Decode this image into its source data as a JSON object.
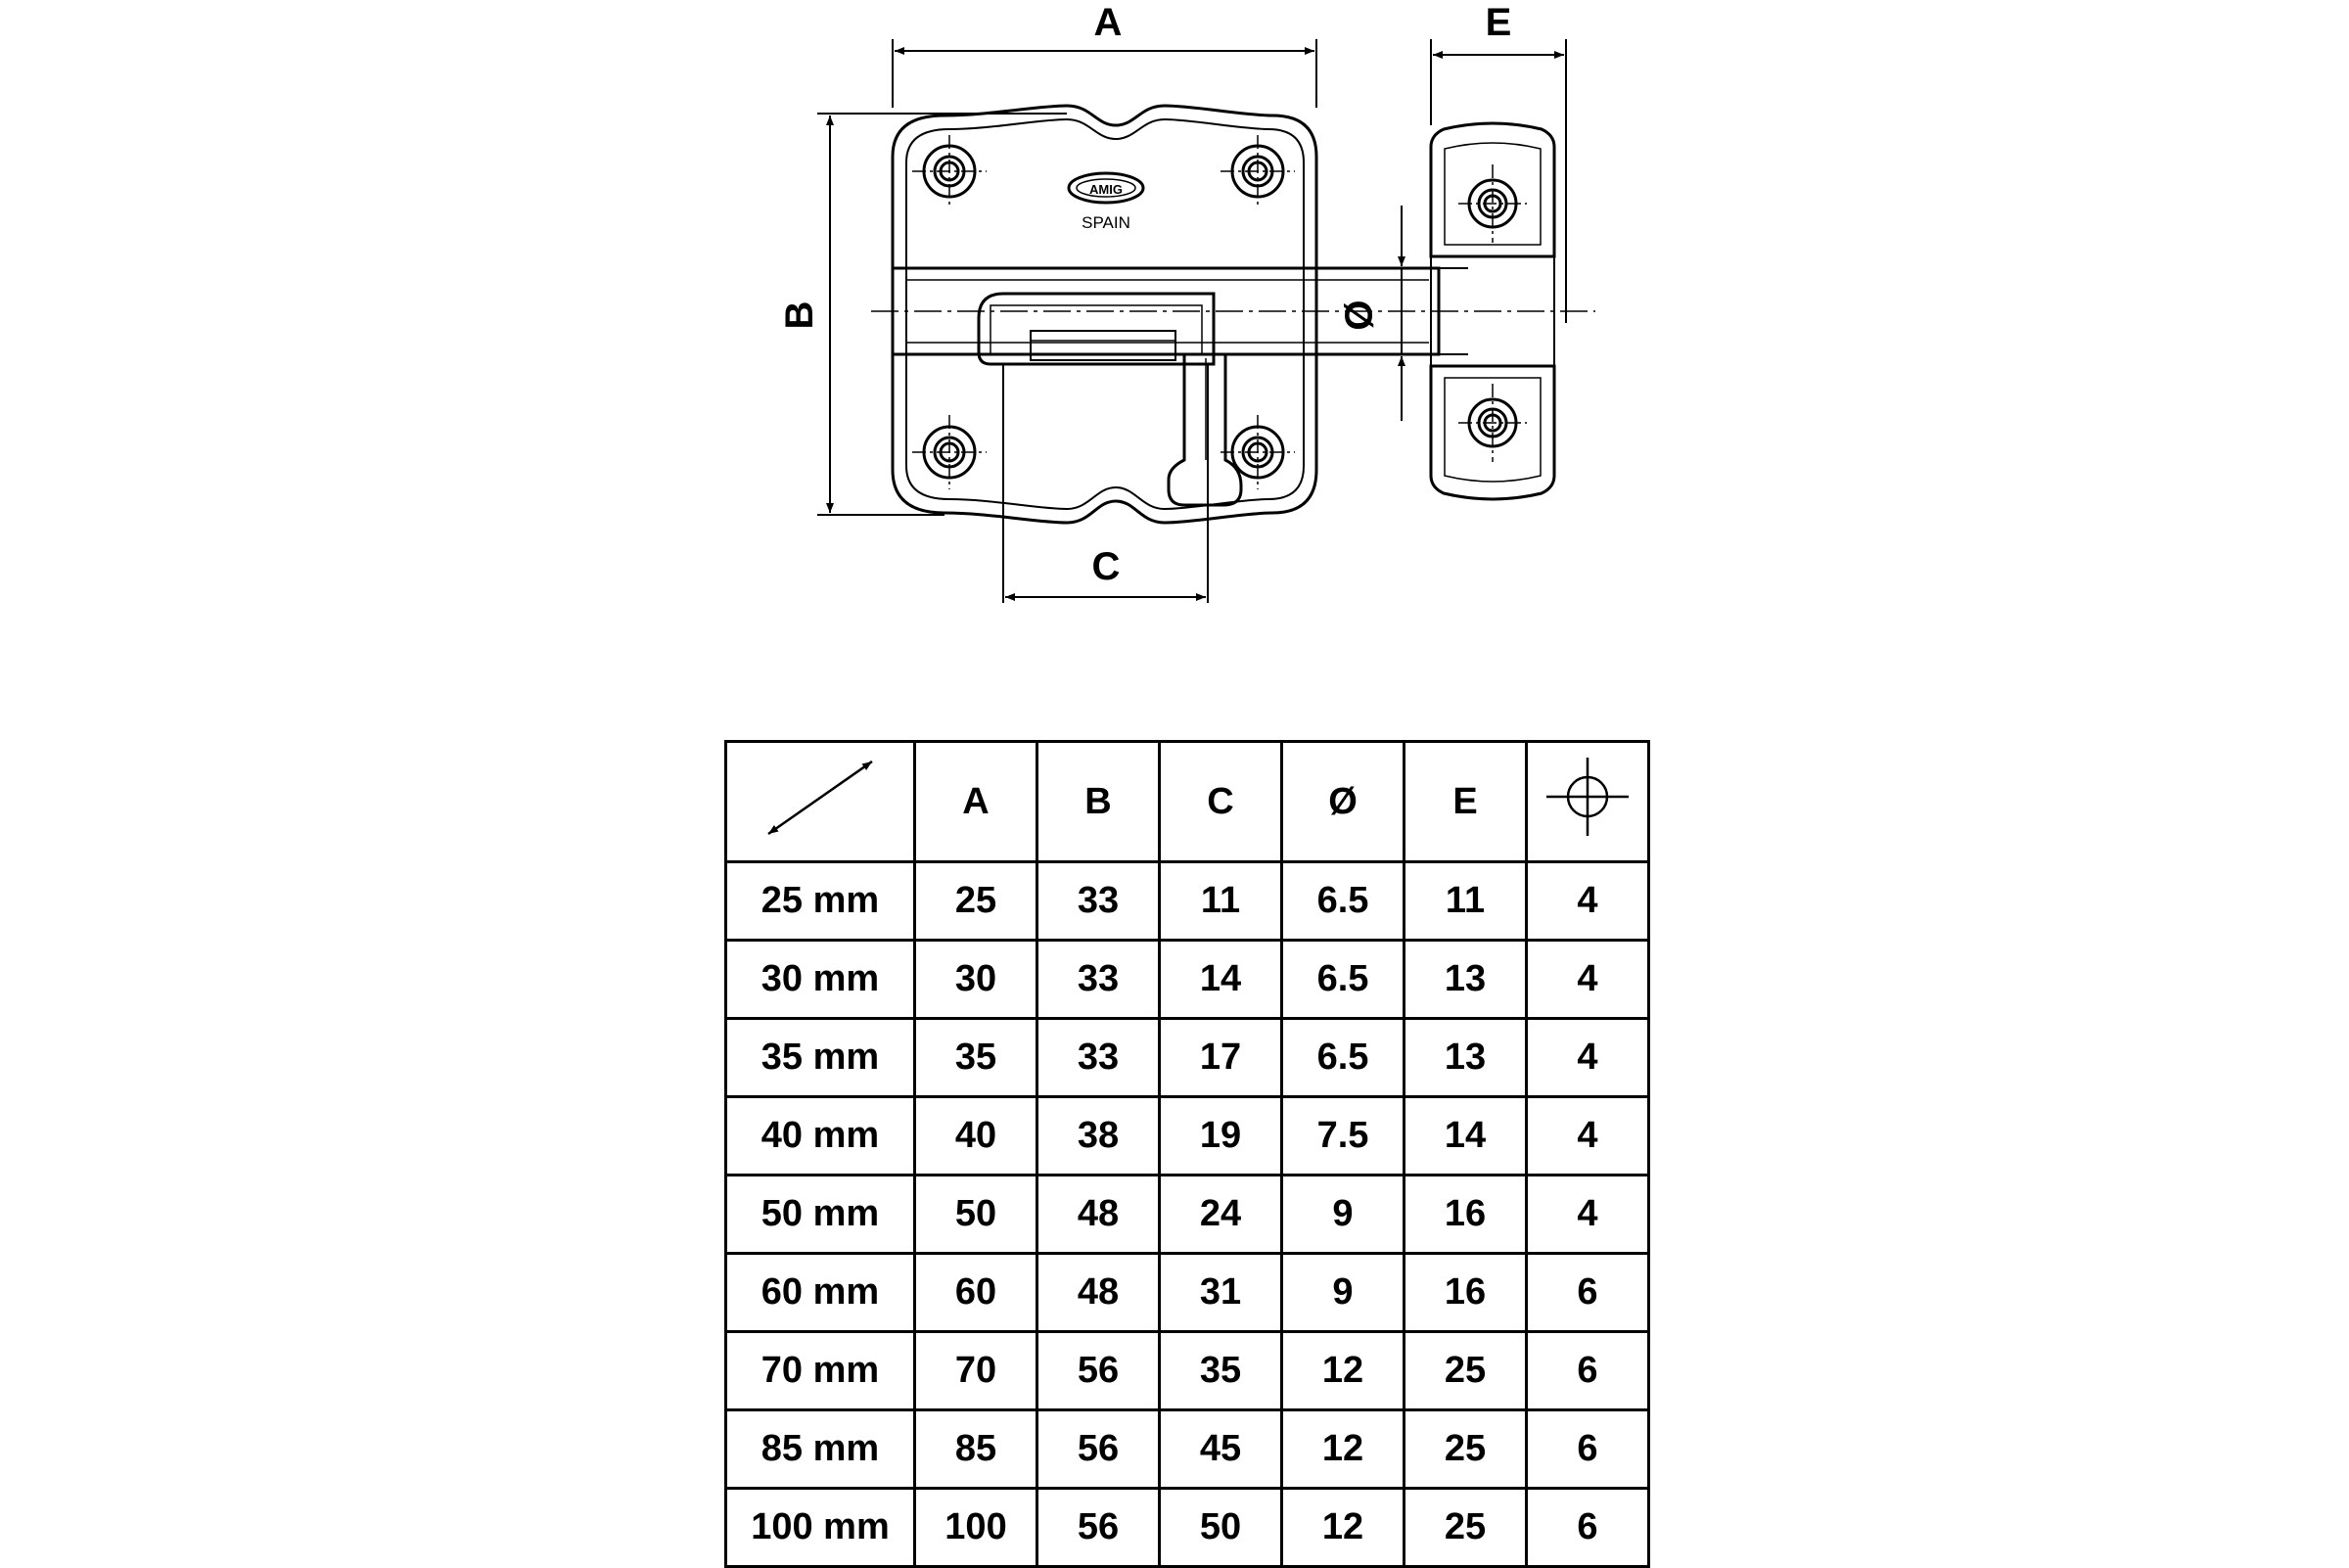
{
  "dimension_labels": {
    "a": "A",
    "b": "B",
    "c": "C",
    "diameter": "Ø",
    "e": "E"
  },
  "plate_marking": {
    "origin": "SPAIN",
    "logo": "AMIG"
  },
  "table": {
    "headers": [
      "A",
      "B",
      "C",
      "Ø",
      "E"
    ],
    "header_diagonal_icon": "double-arrow-diagonal-icon",
    "header_hole_icon": "crosshair-circle-icon",
    "rows": [
      [
        "25 mm",
        "25",
        "33",
        "11",
        "6.5",
        "11",
        "4"
      ],
      [
        "30 mm",
        "30",
        "33",
        "14",
        "6.5",
        "13",
        "4"
      ],
      [
        "35 mm",
        "35",
        "33",
        "17",
        "6.5",
        "13",
        "4"
      ],
      [
        "40 mm",
        "40",
        "38",
        "19",
        "7.5",
        "14",
        "4"
      ],
      [
        "50 mm",
        "50",
        "48",
        "24",
        "9",
        "16",
        "4"
      ],
      [
        "60 mm",
        "60",
        "48",
        "31",
        "9",
        "16",
        "6"
      ],
      [
        "70 mm",
        "70",
        "56",
        "35",
        "12",
        "25",
        "6"
      ],
      [
        "85 mm",
        "85",
        "56",
        "45",
        "12",
        "25",
        "6"
      ],
      [
        "100 mm",
        "100",
        "56",
        "50",
        "12",
        "25",
        "6"
      ]
    ]
  }
}
